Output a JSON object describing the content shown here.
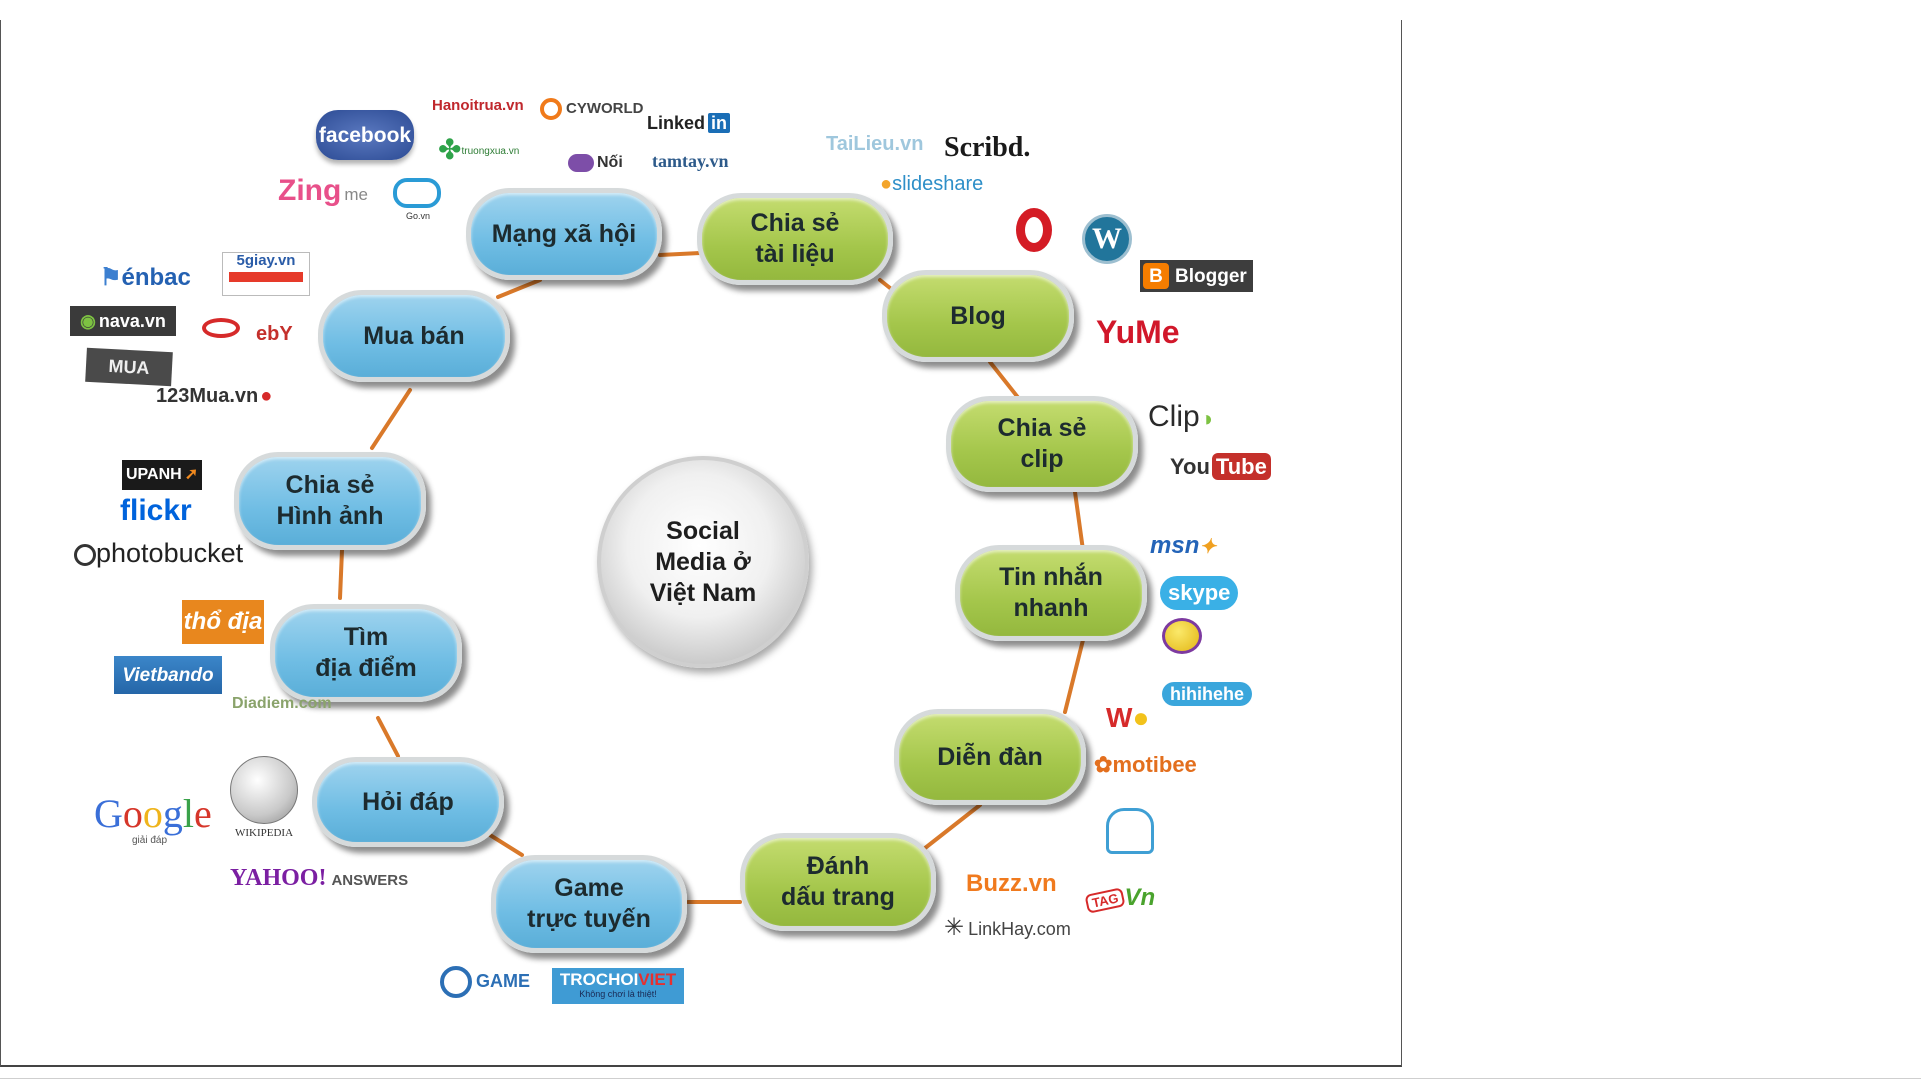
{
  "center": {
    "label": "Social\nMedia ở\nViệt Nam"
  },
  "nodes": {
    "mang_xa_hoi": "Mạng xã hội",
    "chia_se_tai_lieu": "Chia sẻ\ntài liệu",
    "blog": "Blog",
    "chia_se_clip": "Chia sẻ\nclip",
    "tin_nhan_nhanh": "Tin nhắn\nnhanh",
    "dien_dan": "Diễn đàn",
    "danh_dau_trang": "Đánh\ndấu trang",
    "game_truc_tuyen": "Game\ntrực tuyến",
    "hoi_dap": "Hỏi đáp",
    "tim_dia_diem": "Tìm\nđịa điểm",
    "chia_se_hinh_anh": "Chia sẻ\nHình ảnh",
    "mua_ban": "Mua bán"
  },
  "logos": {
    "facebook": "facebook",
    "zing": "Zing",
    "zing_me": "me",
    "go_vn": "Go.vn",
    "hanoi": "Hanoitrua.vn",
    "cyworld": "CYWORLD",
    "truongxua": "truongxua.vn",
    "noi": "Nối",
    "linkedin": "Linked",
    "linkedin_in": "in",
    "tamtay": "tamtay.vn",
    "tailieu": "TaiLieu.vn",
    "scribd": "Scribd.",
    "slideshare": "slideshare",
    "blogger": "Blogger",
    "yume": "YuMe",
    "clip": "Clip",
    "youtube_you": "You",
    "youtube_tube": "Tube",
    "msn": "msn",
    "skype": "skype",
    "hihihehe": "hihihehe",
    "motibee": "motibee",
    "buzz": "Buzz.vn",
    "linkhay": "LinkHay.com",
    "tag": "TAG",
    "vn": "Vn",
    "ongame": "GAME",
    "trochoiviet_a": "TROCHOI",
    "trochoiviet_b": "VIET",
    "trochoiviet_sub": "Không chơi là thiệt!",
    "google": "Google",
    "google_sub": "giải đáp",
    "wikipedia": "WIKIPEDIA",
    "yahoo": "YAHOO!",
    "yahoo_answers": "ANSWERS",
    "diadiem": "Diadiem.com",
    "vietbando": "Vietbando",
    "thodia": "thổ địa",
    "upanh": "UPANH",
    "flickr": "flickr",
    "photobucket": "photobucket",
    "enbac": "énbac",
    "5giay": "5giay.vn",
    "nava": "nava.vn",
    "ebay": "ebY",
    "mua": "MUA",
    "123mua": "123Mua.vn"
  },
  "colors": {
    "blue_node": "#6fbde4",
    "green_node": "#a4c64b",
    "connector": "#d9792a"
  }
}
